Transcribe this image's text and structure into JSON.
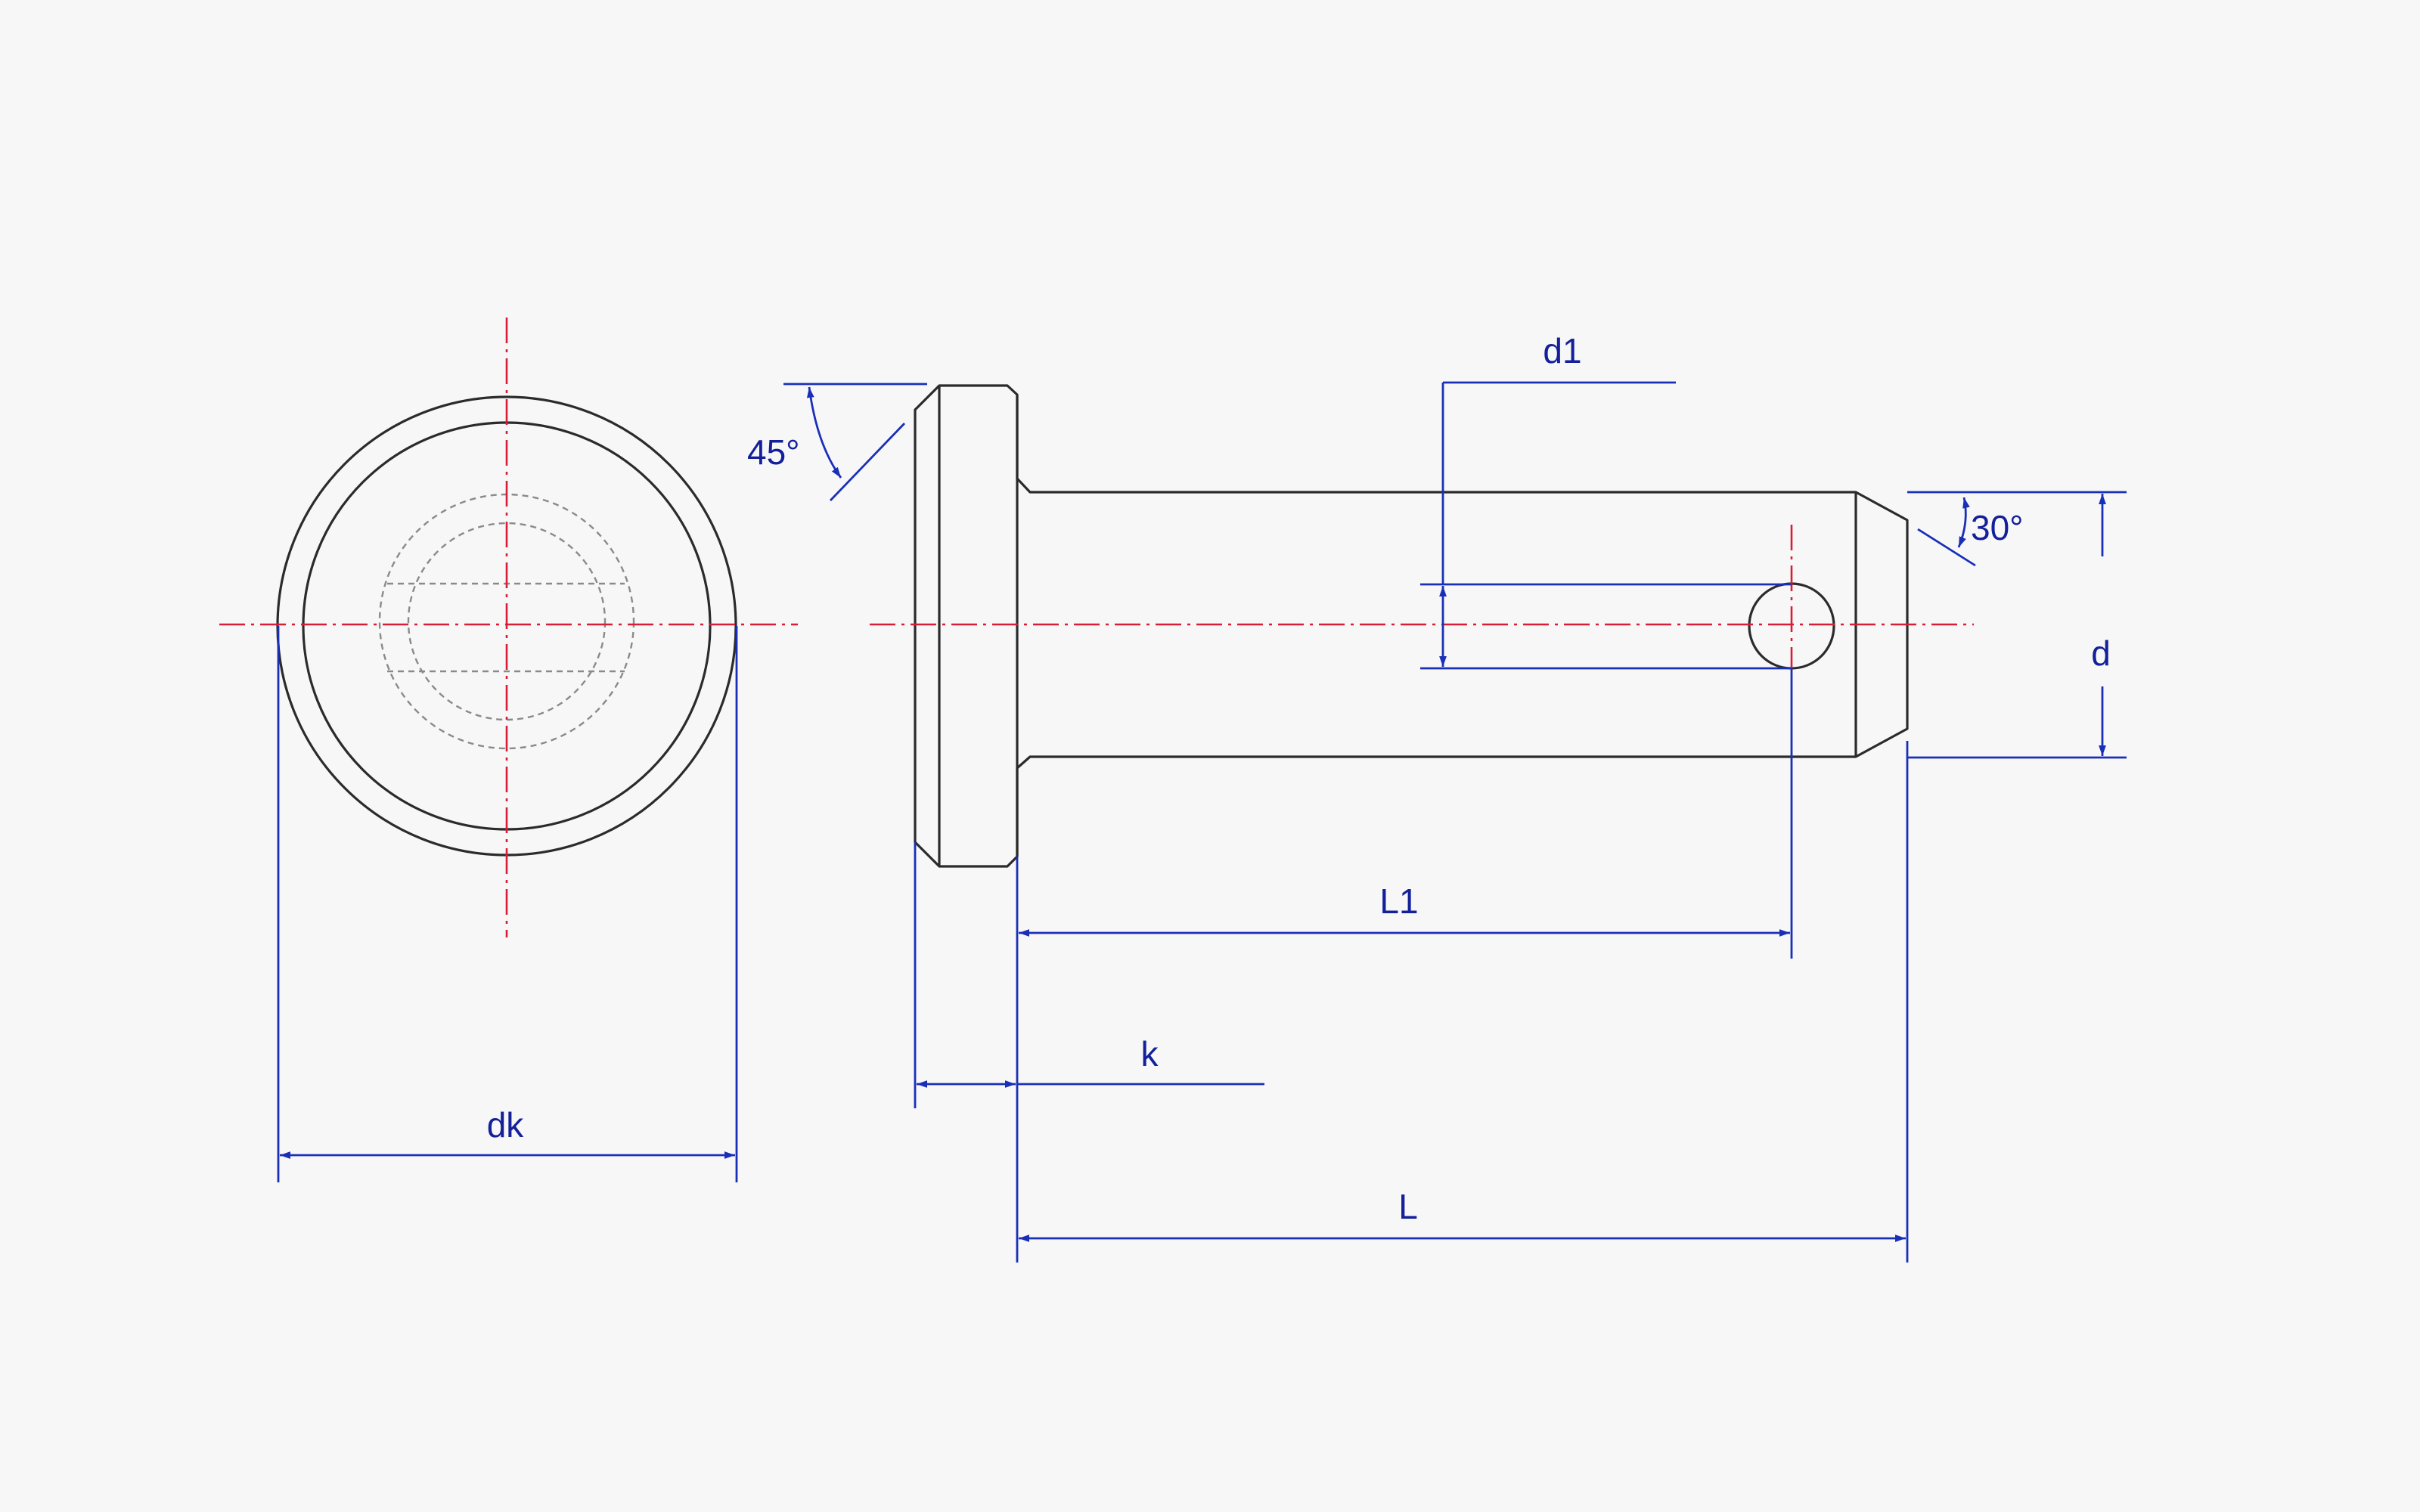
{
  "labels": {
    "head_chamfer_angle": "45°",
    "tip_chamfer_angle": "30°",
    "hole_diameter": "d1",
    "pin_diameter": "d",
    "hole_distance": "L1",
    "head_height": "k",
    "head_diameter": "dk",
    "pin_length": "L"
  },
  "colors": {
    "outline": "#2b2b2b",
    "hidden_lines": "#8a8a8a",
    "center_lines": "#d81e36",
    "dimensions": "#1a2fb8",
    "background": "#f7f7f8"
  }
}
